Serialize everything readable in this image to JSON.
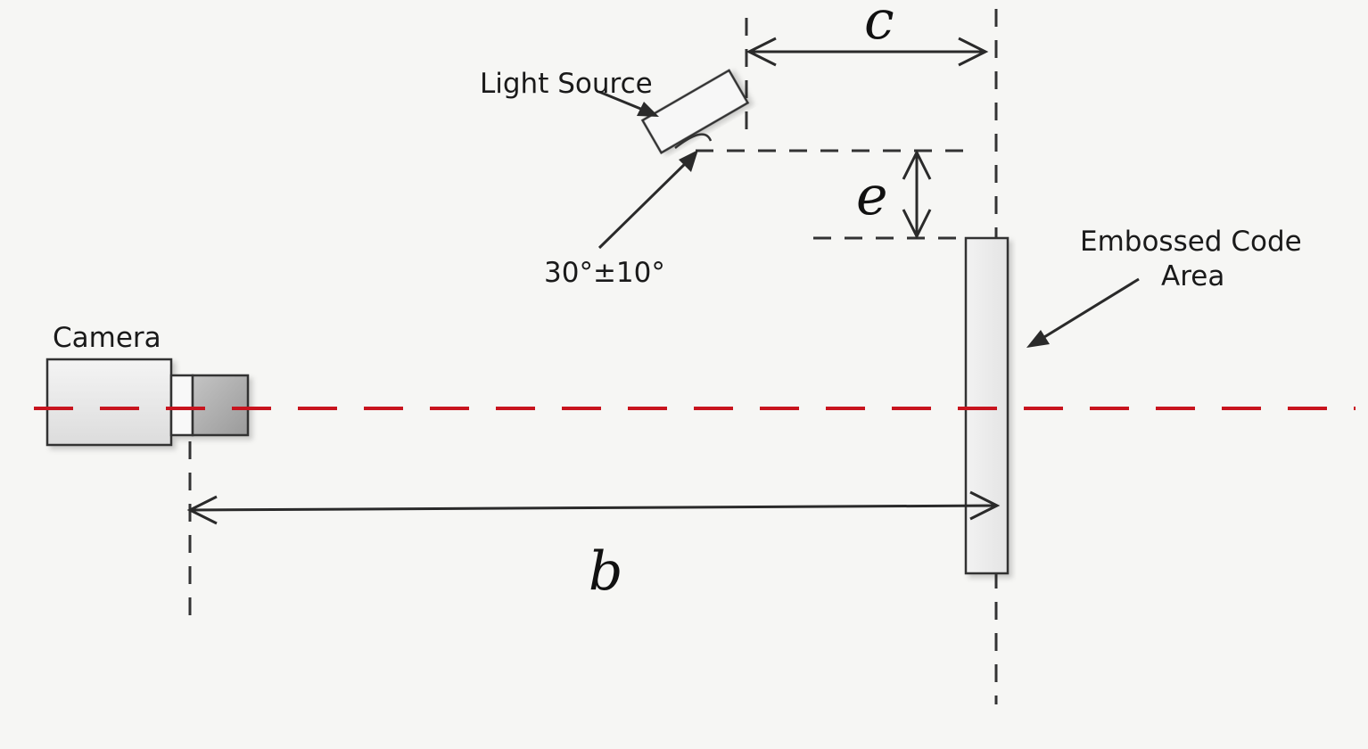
{
  "labels": {
    "light_source": "Light Source",
    "angle": "30°±10°",
    "camera": "Camera",
    "embossed_line1": "Embossed Code",
    "embossed_line2": "Area",
    "var_c": "c",
    "var_e": "e",
    "var_b": "b"
  },
  "colors": {
    "optical_axis": "#c8141e",
    "stroke": "#333333"
  }
}
